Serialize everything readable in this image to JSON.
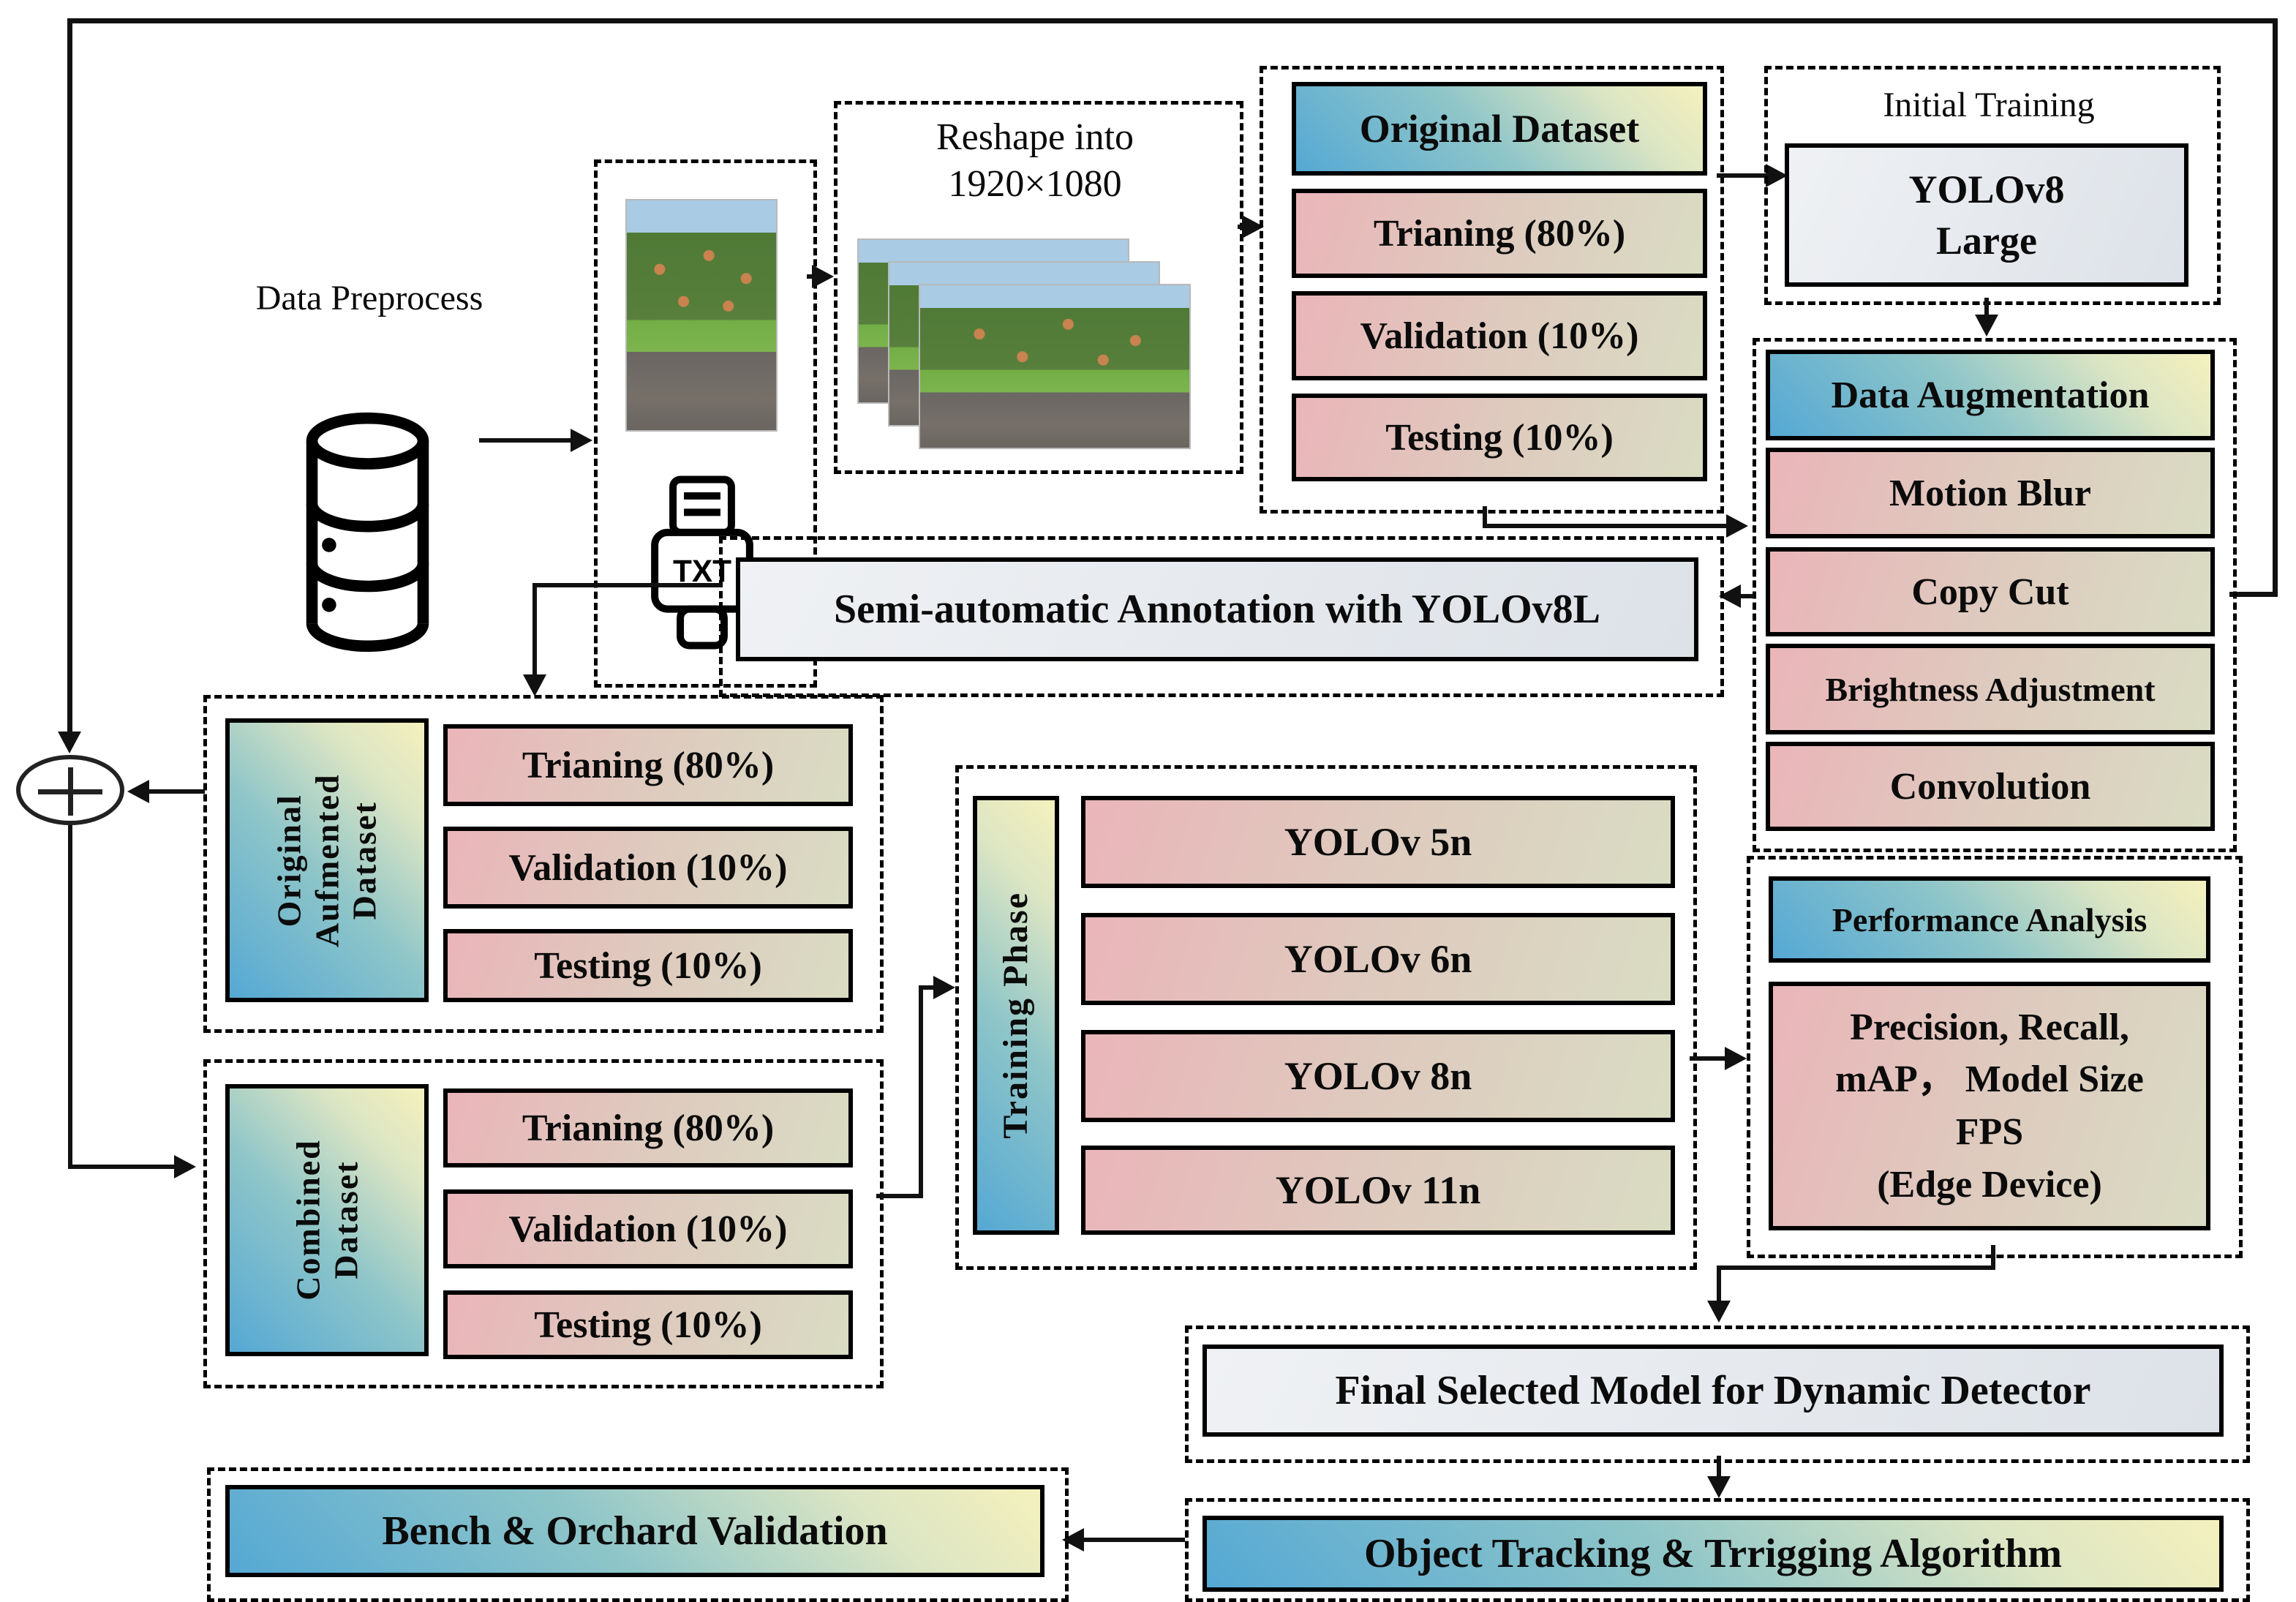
{
  "preprocess": {
    "label": "Data Preprocess"
  },
  "source_box": {
    "txt_label": "TXT"
  },
  "reshape": {
    "line1": "Reshape into",
    "line2": "1920×1080"
  },
  "original_dataset": {
    "header": "Original Dataset",
    "rows": [
      "Trianing (80%)",
      "Validation (10%)",
      "Testing (10%)"
    ]
  },
  "initial_training": {
    "label": "Initial Training",
    "model_line1": "YOLOv8",
    "model_line2": "Large"
  },
  "data_augmentation": {
    "header": "Data Augmentation",
    "rows": [
      "Motion Blur",
      "Copy Cut",
      "Brightness Adjustment",
      "Convolution"
    ]
  },
  "semi_annotation": {
    "label": "Semi-automatic Annotation with YOLOv8L"
  },
  "augmented_dataset": {
    "header": "Original Aufmented Dataset",
    "rows": [
      "Trianing (80%)",
      "Validation (10%)",
      "Testing (10%)"
    ]
  },
  "combined_dataset": {
    "header": "Combined Dataset",
    "rows": [
      "Trianing (80%)",
      "Validation (10%)",
      "Testing (10%)"
    ]
  },
  "training_phase": {
    "header": "Training Phase",
    "models": [
      "YOLOv 5n",
      "YOLOv 6n",
      "YOLOv 8n",
      "YOLOv 11n"
    ]
  },
  "performance": {
    "header": "Performance Analysis",
    "metrics": [
      "Precision, Recall,",
      "mAP， Model Size",
      "FPS",
      "(Edge Device)"
    ]
  },
  "final_model": {
    "label": "Final Selected Model for Dynamic Detector"
  },
  "tracking": {
    "label": "Object Tracking & Trrigging Algorithm"
  },
  "bench": {
    "label": "Bench & Orchard Validation"
  },
  "icons": {
    "database": "database-cylinder-icon",
    "txt_file": "txt-file-icon",
    "merge": "plus-circle-icon",
    "orchard": "orchard-photo"
  },
  "colors": {
    "gradient_blue": "#55a8d4",
    "gradient_yellow": "#f4f1bd",
    "gradient_pink": "#eab5b9",
    "gradient_sage": "#d9dcc3",
    "neutral_box": "#e7eaef",
    "line": "#111111"
  }
}
